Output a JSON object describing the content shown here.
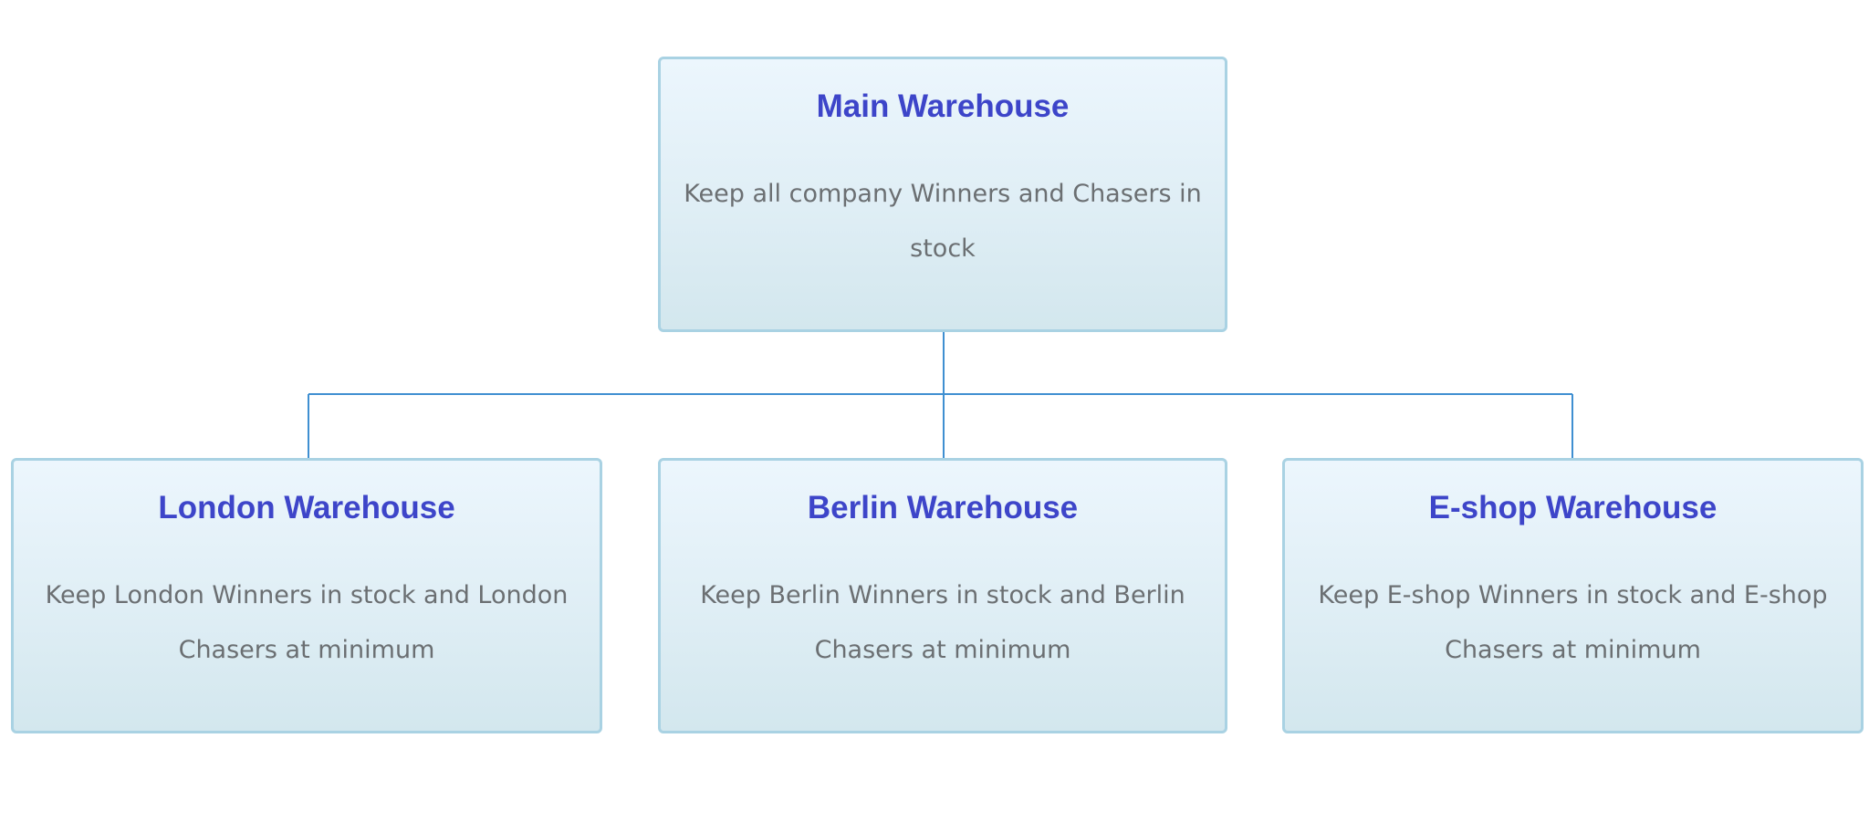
{
  "nodes": {
    "main": {
      "title": "Main Warehouse",
      "description": "Keep all company Winners and Chasers in stock"
    },
    "london": {
      "title": "London Warehouse",
      "description": "Keep London Winners in stock and London Chasers at minimum"
    },
    "berlin": {
      "title": "Berlin Warehouse",
      "description": "Keep Berlin Winners in stock and Berlin Chasers at minimum"
    },
    "eshop": {
      "title": "E-shop Warehouse",
      "description": "Keep E-shop Winners in stock and E-shop Chasers at minimum"
    }
  },
  "edges": [
    {
      "from": "main",
      "to": "london"
    },
    {
      "from": "main",
      "to": "berlin"
    },
    {
      "from": "main",
      "to": "eshop"
    }
  ],
  "colors": {
    "title": "#3d45c9",
    "description": "#6b6f72",
    "node_border": "#a9d2e3",
    "connector": "#3f8fd1"
  }
}
